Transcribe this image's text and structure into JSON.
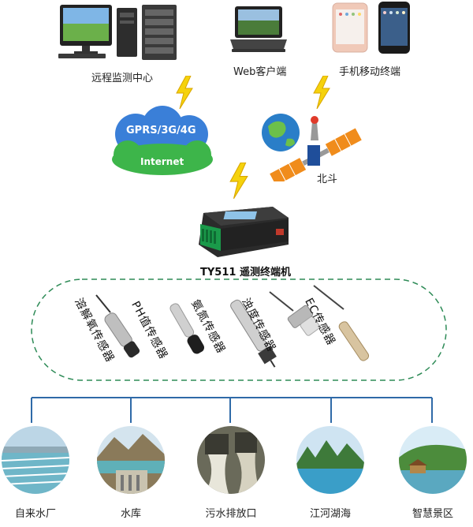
{
  "top": {
    "monitor_center": "远程监测中心",
    "web_client": "Web客户端",
    "mobile_terminal": "手机移动终端"
  },
  "network": {
    "cloud_primary": "GPRS/3G/4G",
    "cloud_secondary": "Internet",
    "satellite": "北斗"
  },
  "terminal": {
    "label": "TY511 遥测终端机"
  },
  "sensors": [
    {
      "label": "溶解氧传感器"
    },
    {
      "label": "PH值传感器"
    },
    {
      "label": "氨氮传感器"
    },
    {
      "label": "浊度传感器"
    },
    {
      "label": "EC传感器"
    }
  ],
  "destinations": [
    {
      "label": "自来水厂"
    },
    {
      "label": "水库"
    },
    {
      "label": "污水排放口"
    },
    {
      "label": "江河湖海"
    },
    {
      "label": "智慧景区"
    }
  ],
  "colors": {
    "cloud_green": "#3db54a",
    "cloud_blue": "#3a7fd8",
    "lightning": "#f5d20c",
    "tree_line": "#2f6aa8",
    "dashed_border": "#2e8b57"
  }
}
